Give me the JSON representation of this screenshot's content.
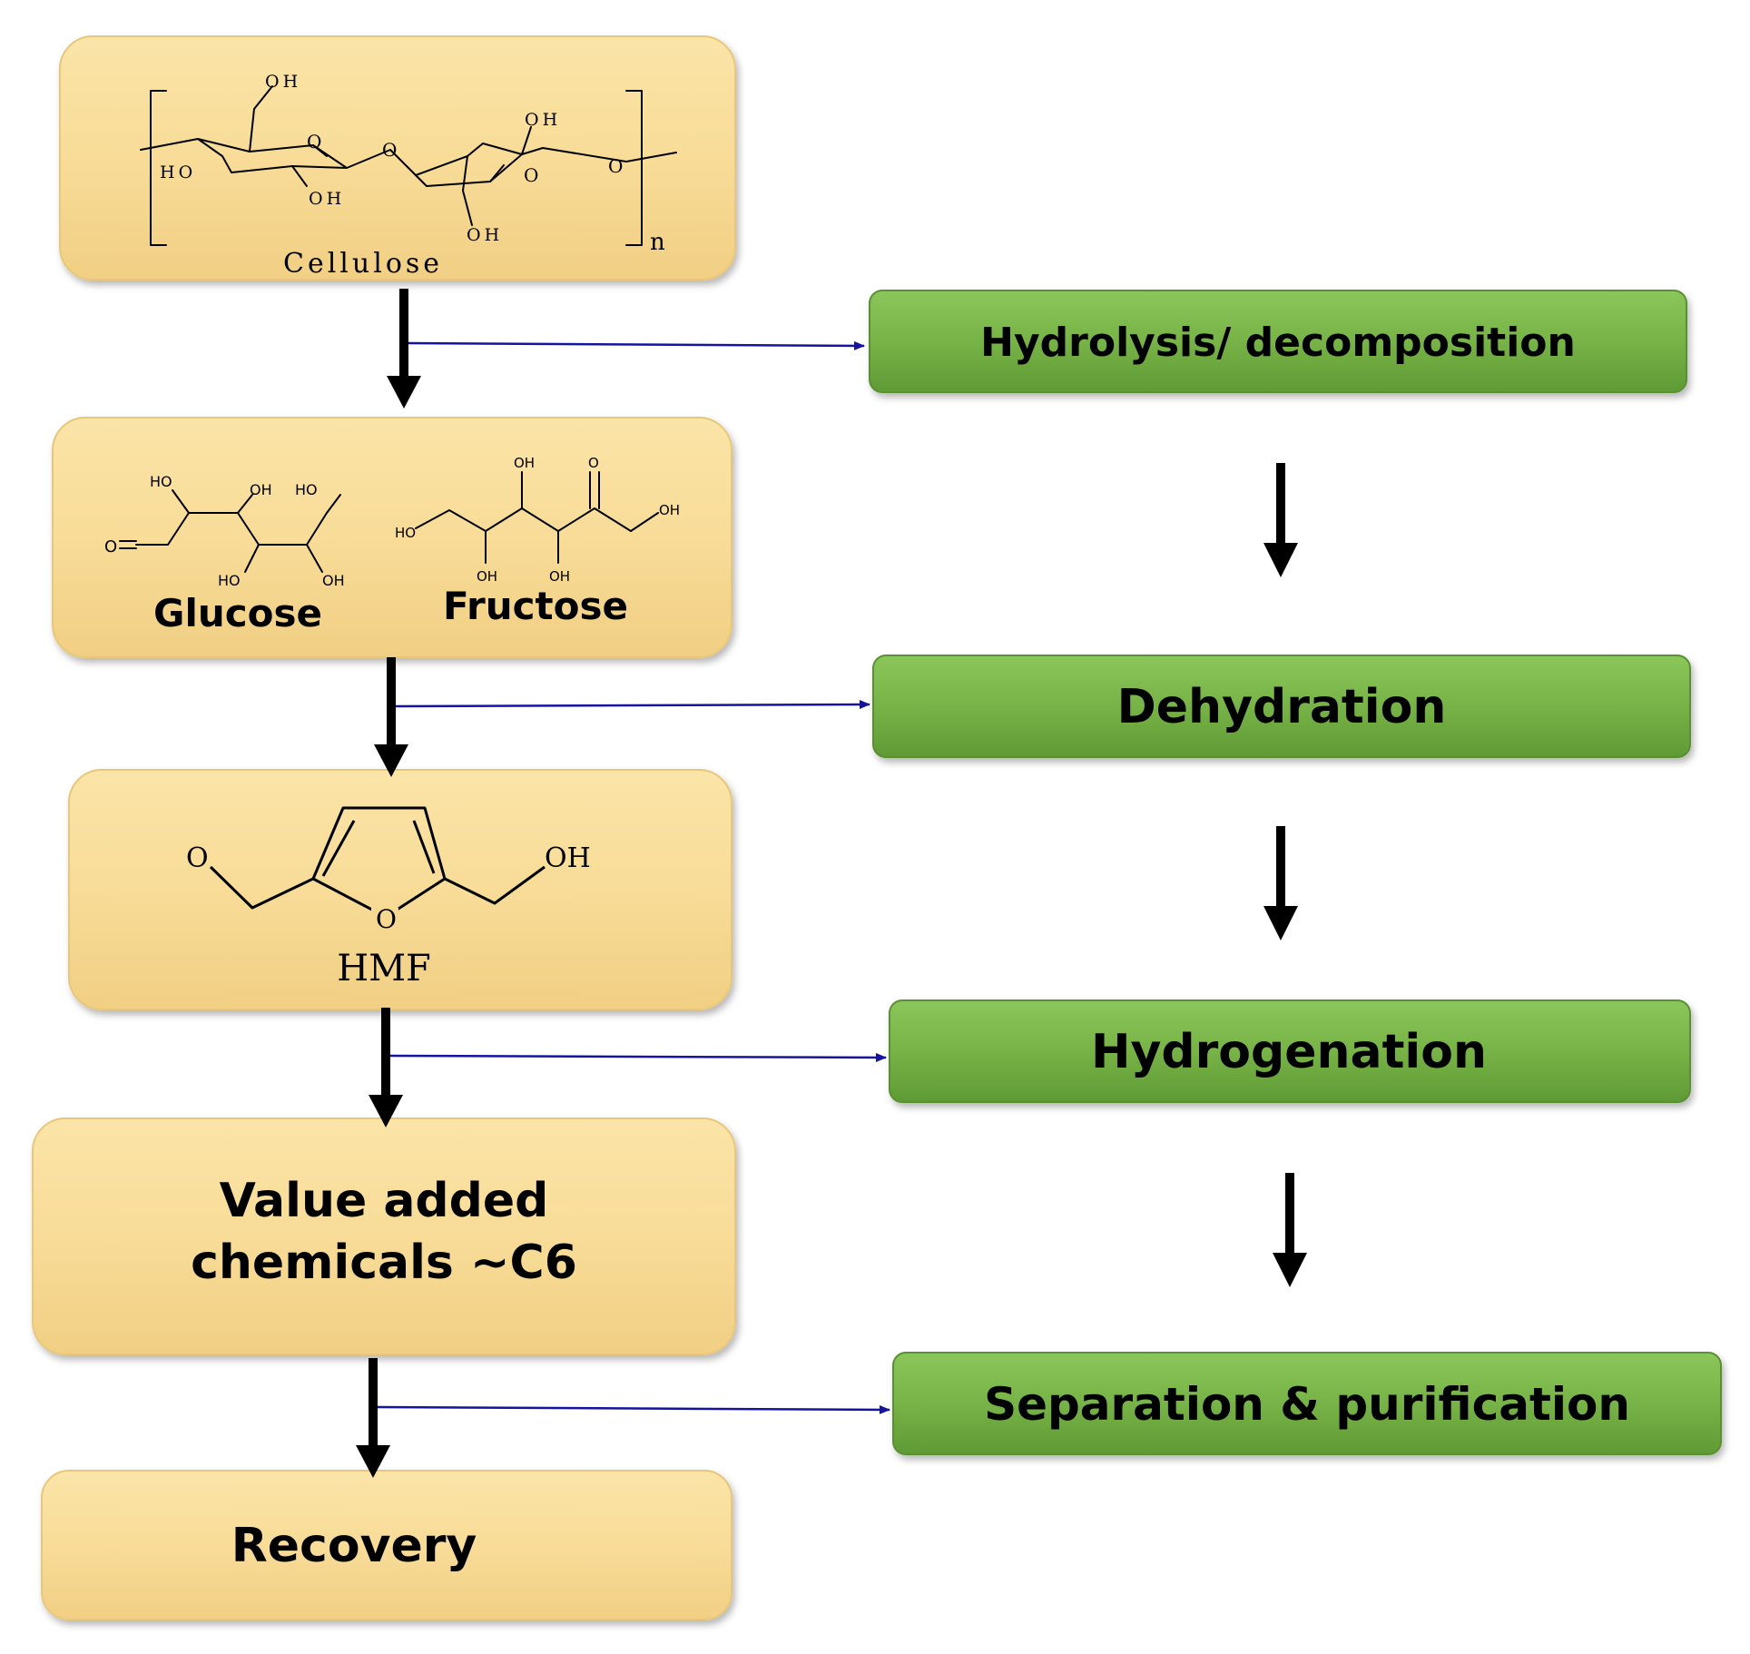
{
  "left_column": {
    "cellulose": {
      "name": "Cellulose",
      "subscript": "n",
      "oh_top_left": "OH",
      "oh_top_right": "OH",
      "ho_left": "HO",
      "oh_bottom_mid": "OH",
      "oh_bottom_right": "OH"
    },
    "sugars": {
      "glucose": "Glucose",
      "fructose": "Fructose",
      "g_ho_top": "HO",
      "g_oh_top": "OH",
      "g_ho_top2": "HO",
      "g_ho_bottom": "HO",
      "g_oh_bottom": "OH",
      "f_ho_left": "HO",
      "f_oh_top": "OH",
      "f_o_top": "O",
      "f_oh_right": "OH",
      "f_oh_bottom1": "OH",
      "f_oh_bottom2": "OH"
    },
    "hmf": {
      "name": "HMF",
      "o_left": "O",
      "oh_right": "OH",
      "o_ring": "O"
    },
    "value_added": {
      "line1": "Value added",
      "line2": "chemicals ~C6"
    },
    "recovery": "Recovery"
  },
  "right_column": {
    "steps": [
      "Hydrolysis/ decomposition",
      "Dehydration",
      "Hydrogenation",
      "Separation & purification"
    ]
  },
  "colors": {
    "tan_box": "#f8dc98",
    "green_box": "#77b347",
    "connector_arrow": "#1414a0",
    "flow_arrow": "#000000"
  }
}
